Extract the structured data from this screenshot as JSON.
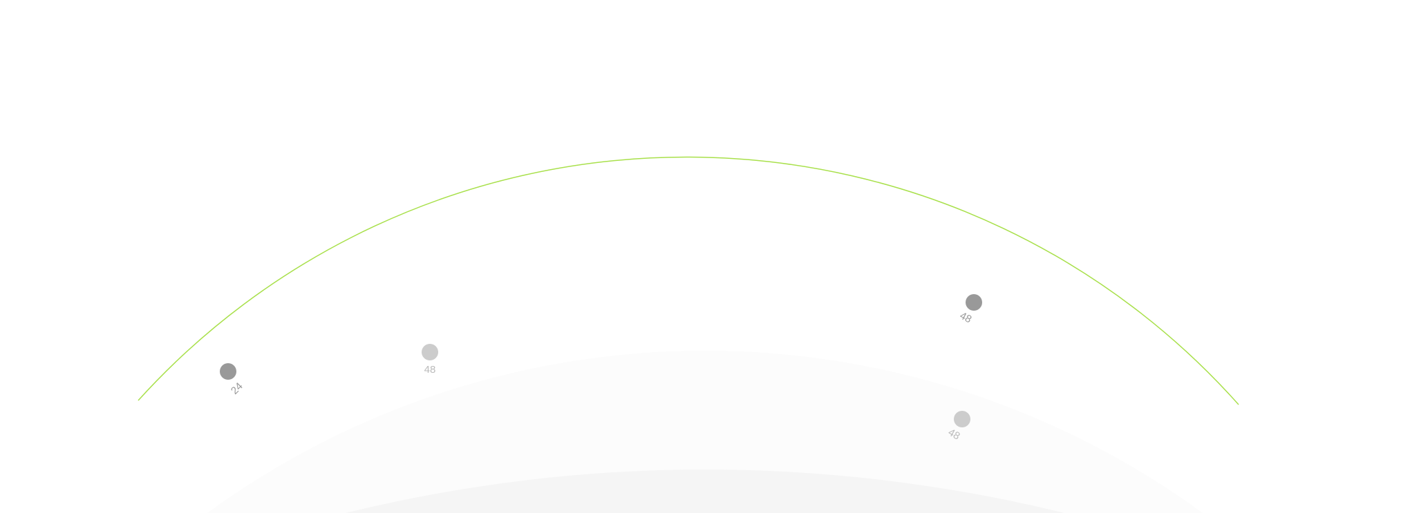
{
  "colors": {
    "arc": "#a8e04a",
    "dark_dot": "#999999",
    "light_dot": "#cccccc",
    "band_outer": "#fcfcfc",
    "band_inner": "#f5f5f5"
  },
  "points": [
    {
      "label": "24",
      "tone": "dark"
    },
    {
      "label": "48",
      "tone": "light"
    },
    {
      "label": "48",
      "tone": "dark"
    },
    {
      "label": "48",
      "tone": "light"
    }
  ]
}
